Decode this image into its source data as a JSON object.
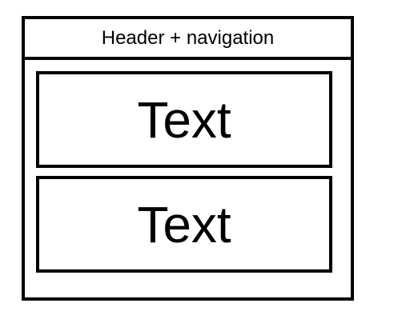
{
  "header": {
    "label": "Header + navigation"
  },
  "content": {
    "blocks": [
      {
        "label": "Text"
      },
      {
        "label": "Text"
      }
    ]
  }
}
